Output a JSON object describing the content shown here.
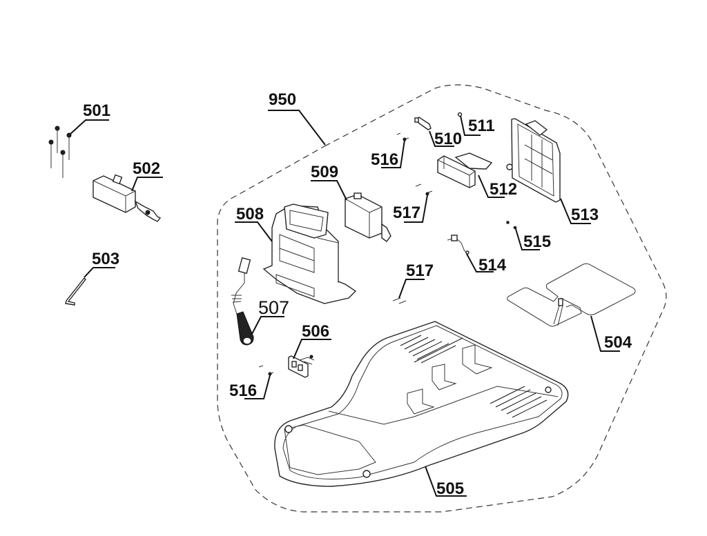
{
  "diagram": {
    "type": "exploded-parts-diagram",
    "subject": "robotic mower charging station",
    "assembly_group": {
      "label": "950",
      "description": "dashed boundary enclosing charging station parts"
    },
    "parts": [
      {
        "id": "501",
        "label": "501",
        "depicts": "screws (4 pcs)"
      },
      {
        "id": "502",
        "label": "502",
        "depicts": "power adapter with plug"
      },
      {
        "id": "503",
        "label": "503",
        "depicts": "hex key"
      },
      {
        "id": "504",
        "label": "504",
        "depicts": "charging contact wire frame"
      },
      {
        "id": "505",
        "label": "505",
        "depicts": "base plate"
      },
      {
        "id": "506",
        "label": "506",
        "depicts": "circuit board with connectors"
      },
      {
        "id": "507",
        "label": "507",
        "depicts": "cable with connector and socket"
      },
      {
        "id": "508",
        "label": "508",
        "depicts": "station housing"
      },
      {
        "id": "509",
        "label": "509",
        "depicts": "control board cover"
      },
      {
        "id": "510",
        "label": "510",
        "depicts": "bracket"
      },
      {
        "id": "511",
        "label": "511",
        "depicts": "pin"
      },
      {
        "id": "512",
        "label": "512",
        "depicts": "contact holder"
      },
      {
        "id": "513",
        "label": "513",
        "depicts": "rear cover panel"
      },
      {
        "id": "514",
        "label": "514",
        "depicts": "wire connector"
      },
      {
        "id": "515",
        "label": "515",
        "depicts": "small screws"
      },
      {
        "id": "516a",
        "label": "516",
        "depicts": "screws (upper)"
      },
      {
        "id": "516b",
        "label": "516",
        "depicts": "screws (lower)"
      },
      {
        "id": "517a",
        "label": "517",
        "depicts": "screws (upper)"
      },
      {
        "id": "517b",
        "label": "517",
        "depicts": "screws (lower)"
      }
    ]
  }
}
